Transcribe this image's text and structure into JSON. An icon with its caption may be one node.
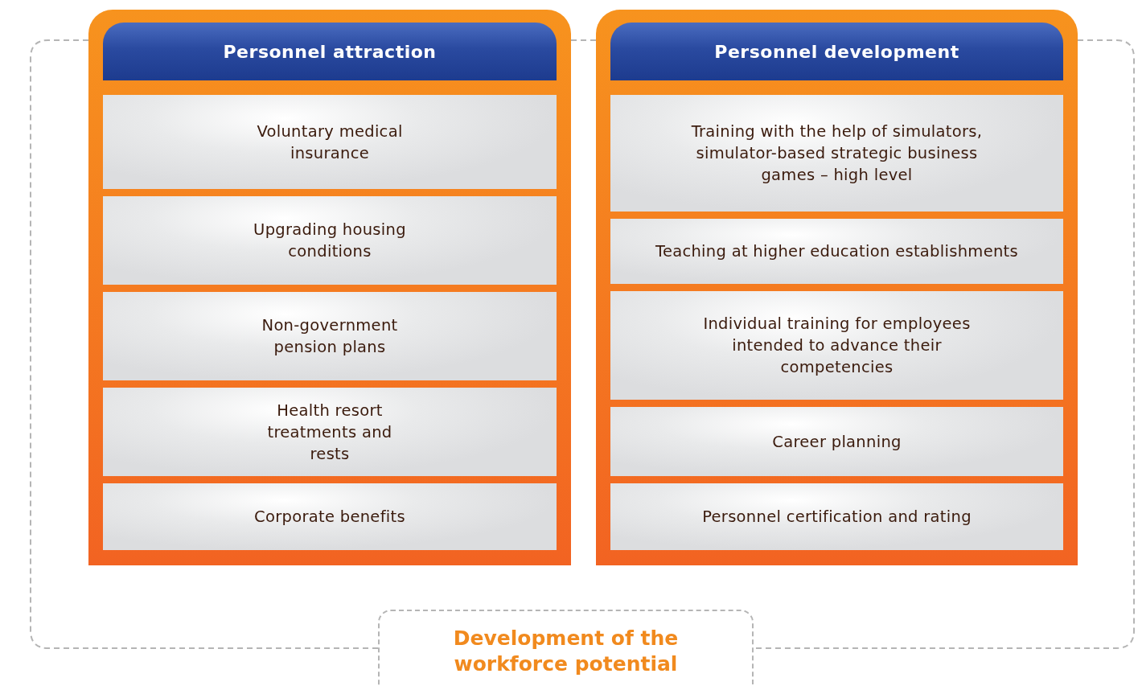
{
  "diagram": {
    "nodes": [
      {
        "text": [
          "Development of the workforce potential"
        ]
      },
      {
        "text": [],
        "shape": "box"
      },
      {
        "text": [
          "Personnel attraction"
        ],
        "in": 1
      },
      {
        "text": [
          "Voluntary medical insurance"
        ],
        "in": 1
      },
      {
        "text": [
          "Upgrading housing conditions"
        ],
        "in": 1
      },
      {
        "text": [
          "Non-government pension plans"
        ],
        "in": 1
      },
      {
        "text": [
          "Health resort treatments and rests"
        ],
        "in": 1
      },
      {
        "text": [
          "Corporate benefits"
        ],
        "in": 1
      },
      {
        "text": [],
        "shape": "box"
      },
      {
        "text": [
          "Personnel development"
        ],
        "in": 8
      },
      {
        "text": [
          "Training with the help of simulators, simulator-based strategic business games – high level"
        ],
        "in": 8
      },
      {
        "text": [
          "Teaching at higher education establishments"
        ],
        "in": 8
      },
      {
        "text": [
          "Individual training for employees intended to advance their competencies"
        ],
        "in": 8
      },
      {
        "text": [
          "Career planning"
        ],
        "in": 8
      },
      {
        "text": [
          "Personnel certification and rating"
        ],
        "in": 8
      }
    ],
    "edges": []
  }
}
